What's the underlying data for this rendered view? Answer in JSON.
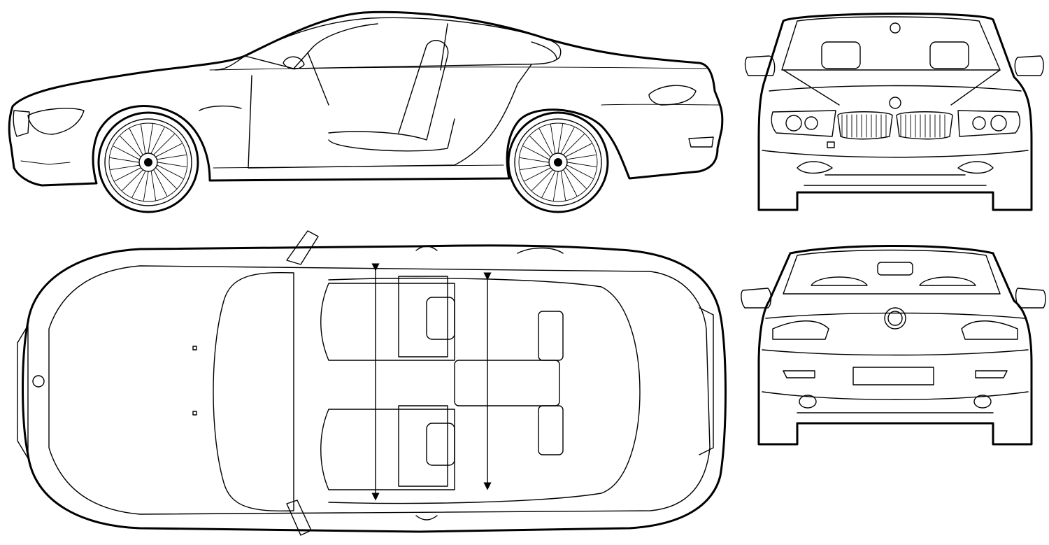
{
  "blueprint": {
    "subject": "car",
    "views": [
      "side",
      "front",
      "top",
      "rear"
    ],
    "colors": {
      "line": "#000000",
      "background": "#ffffff"
    }
  }
}
